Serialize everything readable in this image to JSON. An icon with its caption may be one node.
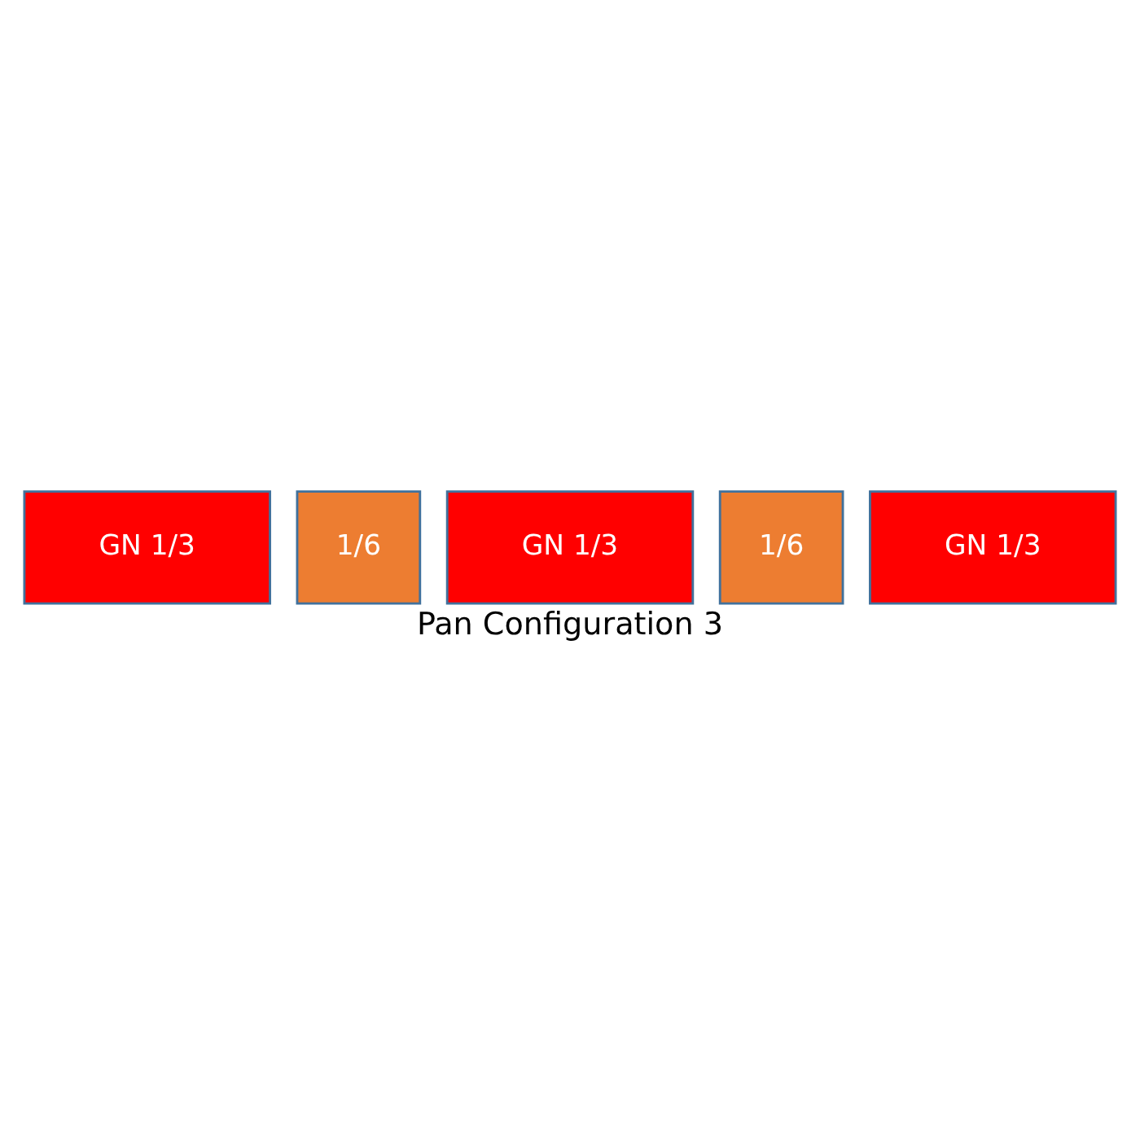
{
  "diagram": {
    "caption": "Pan Configuration 3",
    "nodes": [
      {
        "text": [
          "GN 1/3"
        ]
      },
      {
        "text": [
          "1/6"
        ]
      },
      {
        "text": [
          "GN 1/3"
        ]
      },
      {
        "text": [
          "1/6"
        ]
      },
      {
        "text": [
          "GN 1/3"
        ]
      }
    ],
    "edges": []
  }
}
